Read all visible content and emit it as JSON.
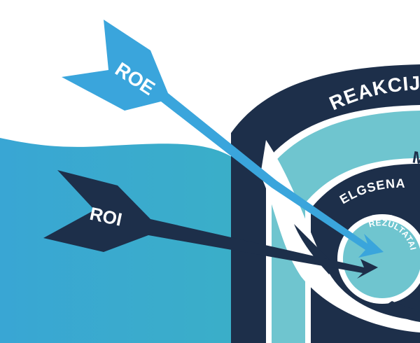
{
  "colors": {
    "background": "#ffffff",
    "wave_left": "#39a6d4",
    "wave_right": "#3bb5bf",
    "navy": "#1d2f4a",
    "teal_light": "#6fc5cf",
    "arrow_roe": "#3aa5dc",
    "separator": "#ffffff"
  },
  "target": {
    "outer_ring_label": "REAKCIJ",
    "middle_ring_label": "M",
    "inner_ring_label": "ELGSENA",
    "bullseye_label": "REZULTATAI"
  },
  "arrows": [
    {
      "id": "roe",
      "label": "ROE",
      "icon": "arrow-icon"
    },
    {
      "id": "roi",
      "label": "ROI",
      "icon": "arrow-icon"
    }
  ]
}
